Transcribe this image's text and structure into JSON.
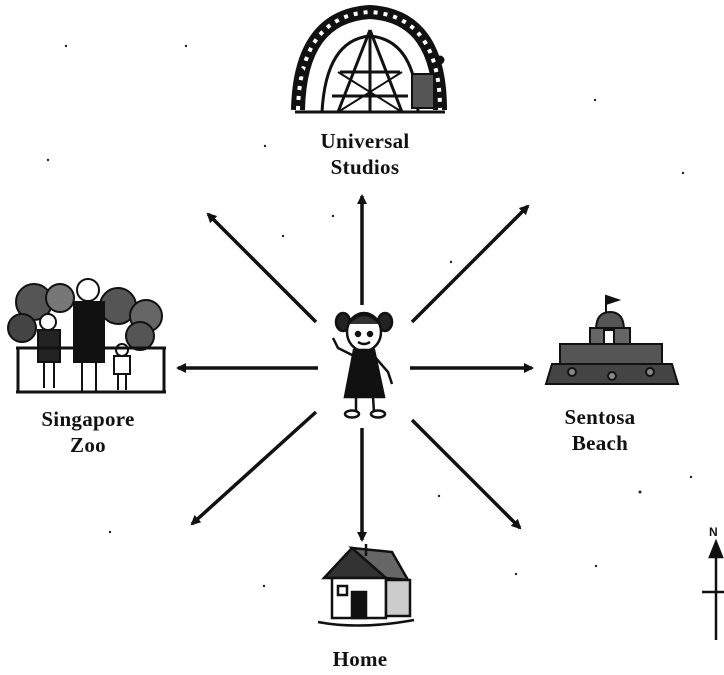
{
  "destinations": {
    "north": {
      "line1": "Universal",
      "line2": "Studios"
    },
    "west": {
      "line1": "Singapore",
      "line2": "Zoo"
    },
    "east": {
      "line1": "Sentosa",
      "line2": "Beach"
    },
    "south": {
      "line1": "Home"
    }
  },
  "compass": {
    "north_letter": "N"
  },
  "colors": {
    "ink": "#111111",
    "background": "#ffffff"
  }
}
